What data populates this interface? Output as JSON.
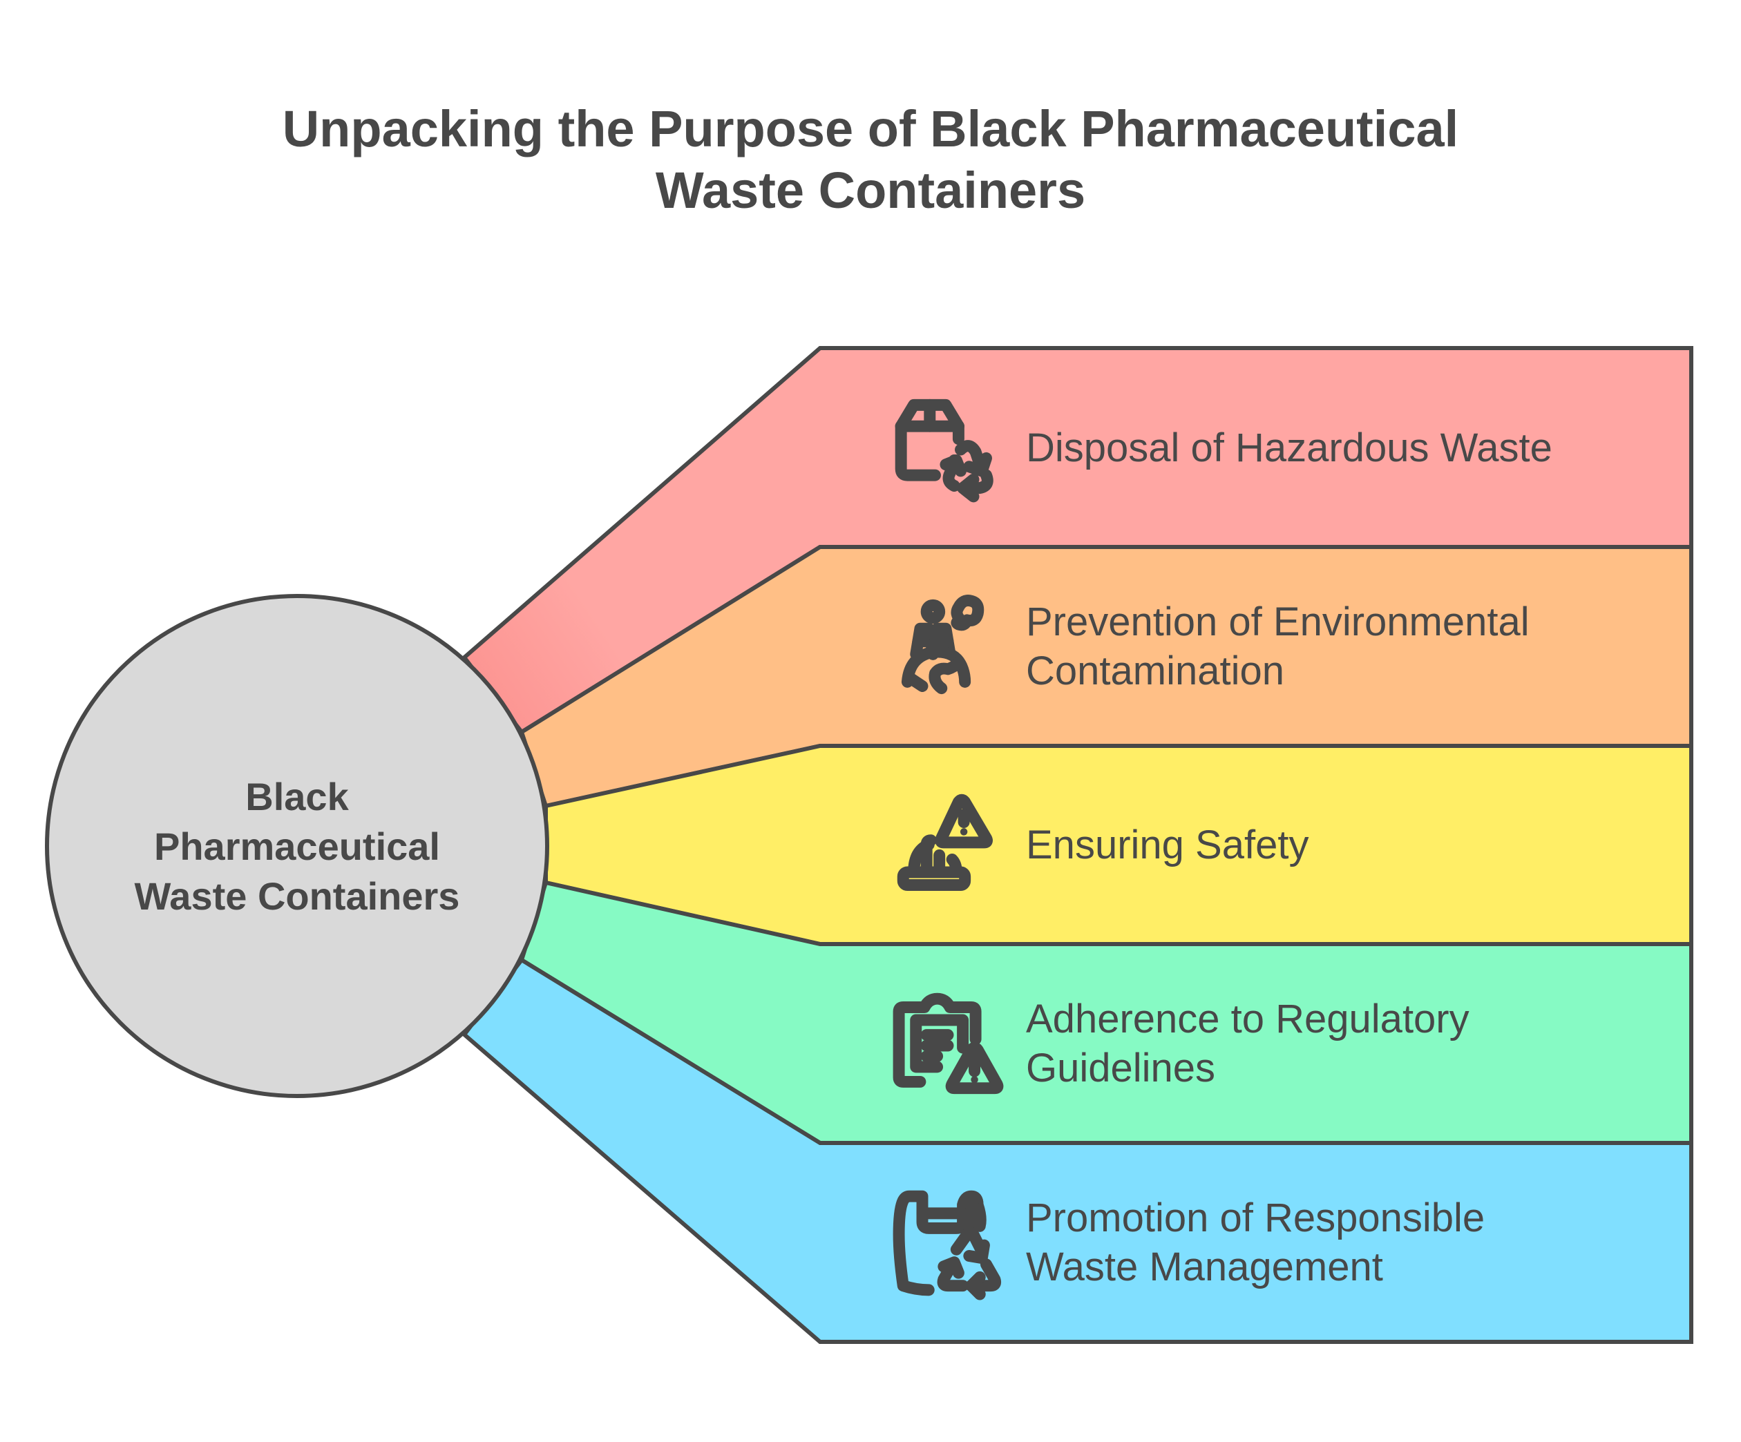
{
  "title": {
    "line1": "Unpacking the Purpose of Black Pharmaceutical",
    "line2": "Waste Containers"
  },
  "center": {
    "lines": [
      "Black",
      "Pharmaceutical",
      "Waste Containers"
    ],
    "fill": "#D9D9D9"
  },
  "stroke_color": "#484848",
  "bands": [
    {
      "icon": "box-recycle-icon",
      "lines": [
        "Disposal of Hazardous Waste"
      ],
      "color": "#FFA6A3",
      "color_near_center": "#FC9390"
    },
    {
      "icon": "factory-globe-pollution-icon",
      "lines": [
        "Prevention of Environmental",
        "Contamination"
      ],
      "color": "#FFBF86"
    },
    {
      "icon": "hard-hat-warning-icon",
      "lines": [
        "Ensuring Safety"
      ],
      "color": "#FFEE66"
    },
    {
      "icon": "clipboard-warning-icon",
      "lines": [
        "Adherence to Regulatory",
        "Guidelines"
      ],
      "color": "#86FAC4"
    },
    {
      "icon": "bag-recycle-icon",
      "lines": [
        "Promotion of Responsible",
        "Waste Management"
      ],
      "color": "#80DFFF"
    }
  ]
}
